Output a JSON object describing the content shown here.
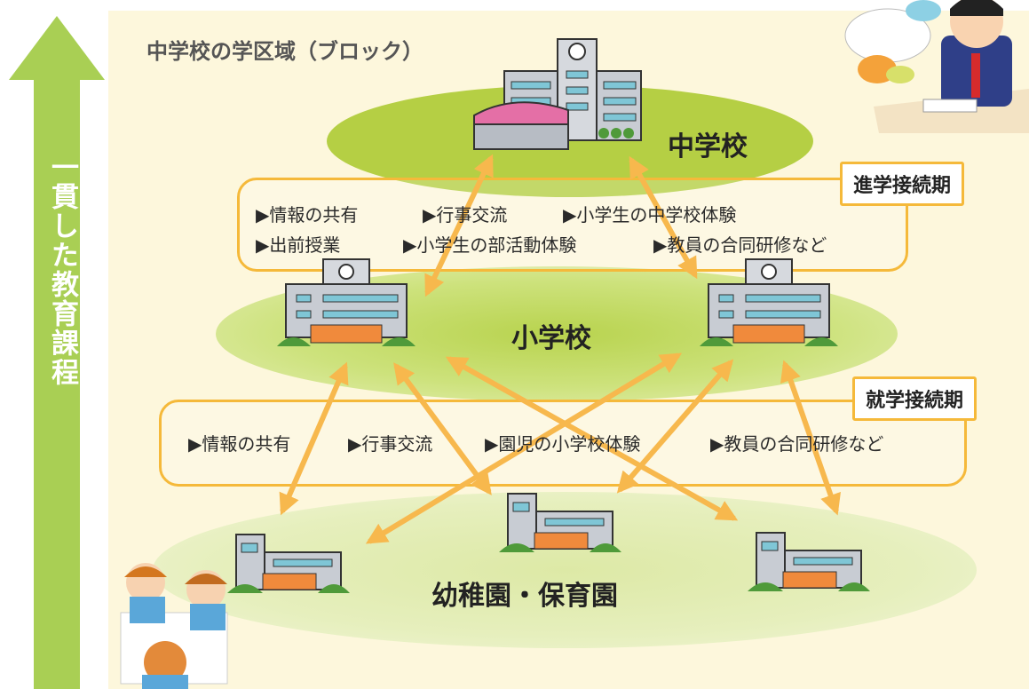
{
  "side_label": "一貫した教育課程",
  "section_title": "中学校の学区域（ブロック）",
  "levels": {
    "junior_high": "中学校",
    "elementary": "小学校",
    "preschool": "幼稚園・保育園"
  },
  "transitions": {
    "advancement": {
      "tag": "進学接続期",
      "row1": [
        "▶情報の共有",
        "▶行事交流",
        "▶小学生の中学校体験"
      ],
      "row2": [
        "▶出前授業",
        "▶小学生の部活動体験",
        "▶教員の合同研修など"
      ]
    },
    "enrollment": {
      "tag": "就学接続期",
      "row1": [
        "▶情報の共有",
        "▶行事交流",
        "▶園児の小学校体験",
        "▶教員の合同研修など"
      ]
    }
  },
  "colors": {
    "side_arrow": "#a9cf54",
    "jhs_oval": "#b5cf44",
    "connector_arrow": "#f7b84d",
    "box_border": "#f5b93a",
    "panel": "#fdf7dc"
  },
  "icons": [
    "junior-high-building-icon",
    "elementary-school-building-icon",
    "preschool-building-icon",
    "student-thinking-illustration",
    "children-drawing-illustration"
  ]
}
